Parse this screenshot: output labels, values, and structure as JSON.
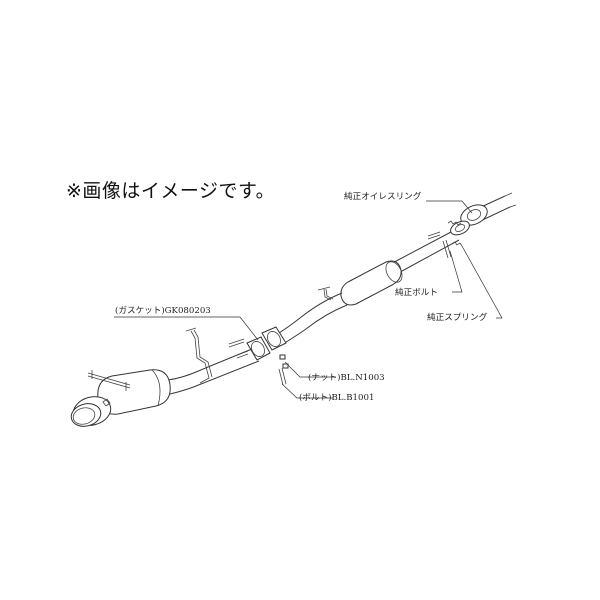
{
  "note": "※画像はイメージです。",
  "labels": {
    "oil_ring": "純正オイレスリング",
    "bolt_oem": "純正ボルト",
    "spring_oem": "純正スプリング",
    "gasket": "(ガスケット)GK080203",
    "nut": "(ナット)BL.N1003",
    "bolt": "(ボルト)BL.B1001"
  }
}
